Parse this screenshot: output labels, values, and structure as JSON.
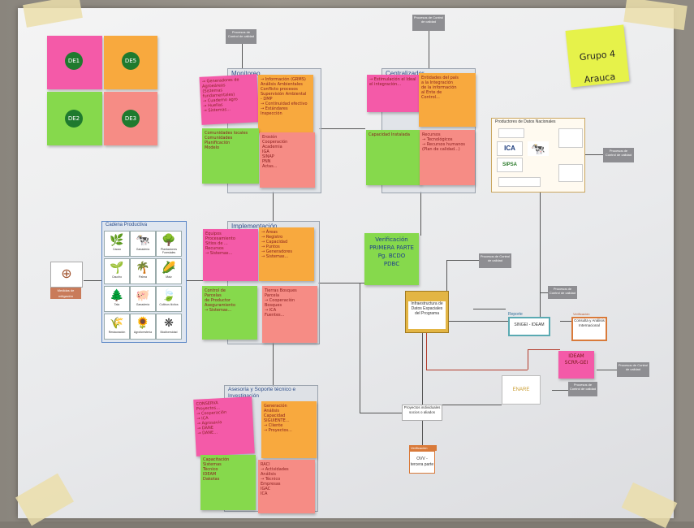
{
  "de_notes": [
    "DE1",
    "DE5",
    "DE2",
    "DE3"
  ],
  "group_note": {
    "line1": "Grupo 4",
    "line2": "Arauca"
  },
  "panels": {
    "monitoreo": "Monitoreo",
    "centralizador": "Centralizador",
    "implementacion": "Implementación",
    "asesoria": "Asesoría y Soporte técnico e Investigación",
    "cadena": "Cadena Productiva",
    "productores": "Productores de Datos Nacionales"
  },
  "process_box": "Procesos de Control de calidad",
  "medidas_label": "Medidas de mitigación",
  "verificacion_note": "Verificación\nPRIMERA PARTE\nPg. BCDO\nPDBC",
  "ide_label": "Infraestructura de Datos Espaciales del Programa",
  "sinsigei_label": "SINGEI - IDEAM",
  "consulta_label": "Consulta y Análisis Internacional",
  "ideam_note": "IDEAM\nSCRR-GEI",
  "enare_label": "ENARE",
  "proyectos_label": "Proyectos individuales socios o aliados",
  "ovv_label": "OVV - tercera parte",
  "reporte_label": "Reporte",
  "verificacion_label": "Verificación",
  "cadena_items": [
    "Cacao",
    "Ganadería",
    "Plantaciones Forestales",
    "Caucho",
    "Palma",
    "Maíz",
    "Tala",
    "Ganadería",
    "Cultivos ilícitos",
    "Restauración",
    "Agroforestería",
    "Biodiversidad"
  ],
  "colors": {
    "pink": "#f45aa8",
    "orange": "#f8a93e",
    "green": "#86d94c",
    "salmon": "#f68c85",
    "yellow": "#e6f24a",
    "gray": "#8e8e92"
  }
}
